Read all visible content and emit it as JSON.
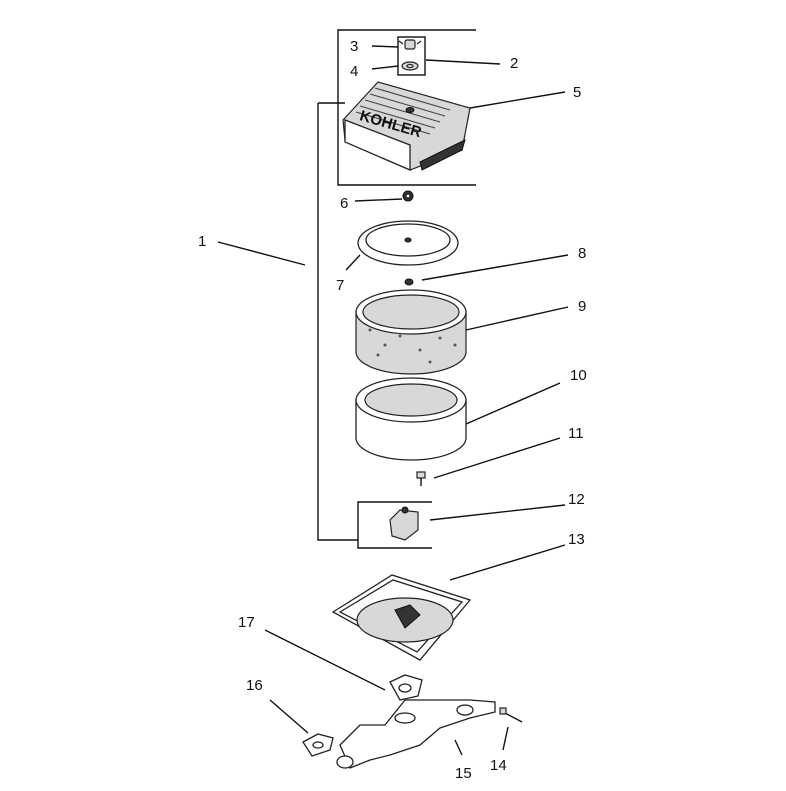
{
  "labels": {
    "1": "1",
    "2": "2",
    "3": "3",
    "4": "4",
    "5": "5",
    "6": "6",
    "7": "7",
    "8": "8",
    "9": "9",
    "10": "10",
    "11": "11",
    "12": "12",
    "13": "13",
    "14": "14",
    "15": "15",
    "16": "16",
    "17": "17"
  },
  "cover_brand": "KOHLER"
}
